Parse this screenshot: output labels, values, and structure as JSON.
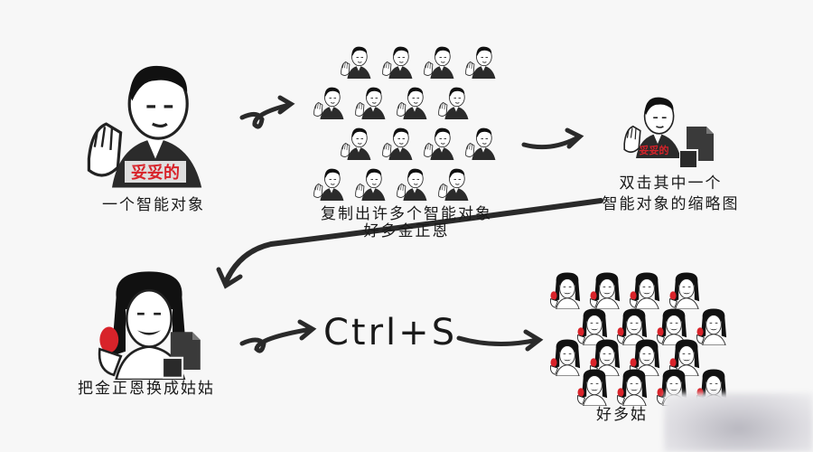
{
  "captions": {
    "single_object": "一个智能对象",
    "copies_line1": "复制出许多个智能对象",
    "copies_line2": "好多金正恩",
    "double_click_line1": "双击其中一个",
    "double_click_line2": "智能对象的缩略图",
    "replace": "把金正恩换成姑姑",
    "shortcut": "Ctrl+S",
    "result": "好多姑"
  },
  "stamp_text": "妥妥的",
  "colors": {
    "stamp_red": "#d8232a",
    "arrow": "#2a2a2a",
    "suit": "#2b2b2b"
  }
}
